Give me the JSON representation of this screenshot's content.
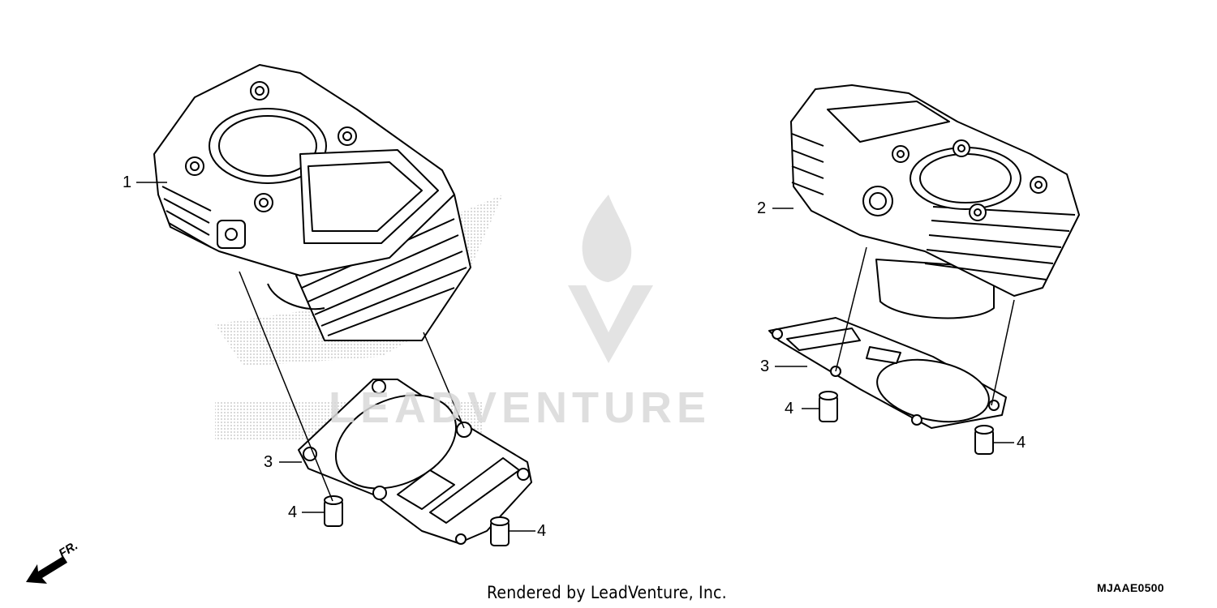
{
  "callouts": {
    "left_cylinder": "1",
    "right_cylinder": "2",
    "left_gasket": "3",
    "right_gasket": "3",
    "left_dowel_a": "4",
    "left_dowel_b": "4",
    "right_dowel_a": "4",
    "right_dowel_b": "4"
  },
  "footer": {
    "credit": "Rendered by LeadVenture, Inc.",
    "diagram_code": "MJAAE0500"
  },
  "direction": {
    "label": "FR."
  },
  "watermark": {
    "text": "LEADVENTURE"
  },
  "colors": {
    "line": "#000000",
    "watermark": "#d9d9d9",
    "background": "#ffffff"
  }
}
